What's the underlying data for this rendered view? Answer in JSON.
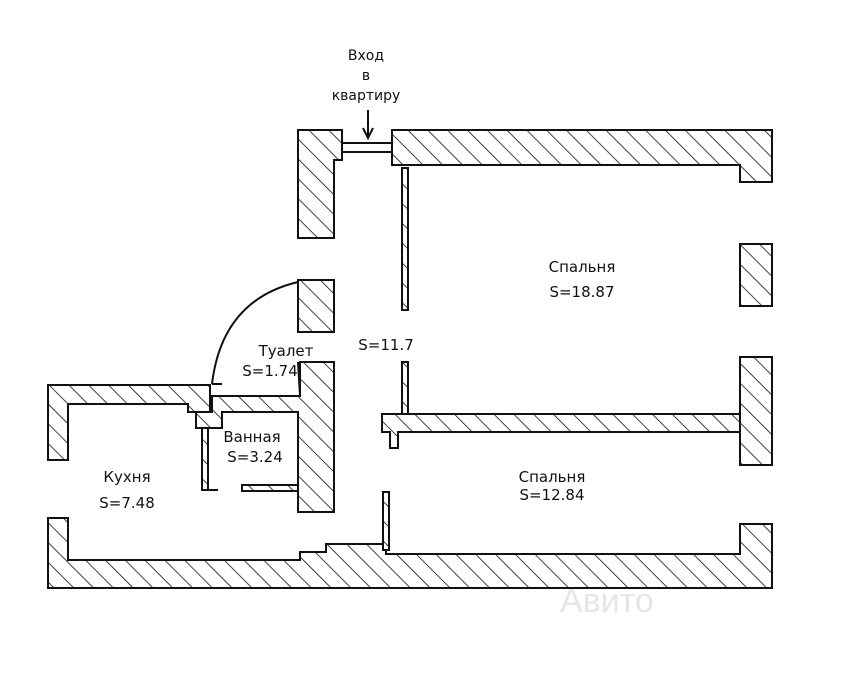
{
  "entrance": {
    "line1": "Вход",
    "line2": "в",
    "line3": "квартиру"
  },
  "rooms": {
    "bedroom_large": {
      "name": "Спальня",
      "area": "S=18.87"
    },
    "hall": {
      "area": "S=11.7"
    },
    "toilet": {
      "name": "Туалет",
      "area": "S=1.74"
    },
    "bathroom": {
      "name": "Ванная",
      "area": "S=3.24"
    },
    "kitchen": {
      "name": "Кухня",
      "area": "S=7.48"
    },
    "bedroom_small": {
      "name": "Спальня",
      "area": "S=12.84"
    }
  },
  "watermark": "Авито",
  "colors": {
    "line": "#111111",
    "background": "#ffffff"
  }
}
